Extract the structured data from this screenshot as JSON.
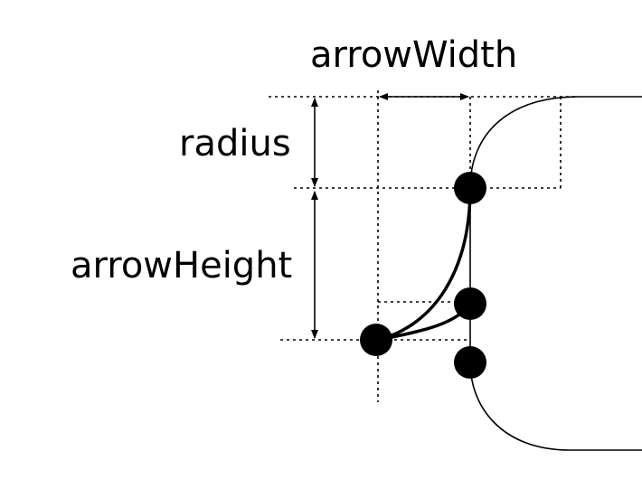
{
  "labels": {
    "arrow_width": "arrowWidth",
    "radius": "radius",
    "arrow_height": "arrowHeight"
  },
  "colors": {
    "stroke": "#000000",
    "background": "#ffffff"
  }
}
